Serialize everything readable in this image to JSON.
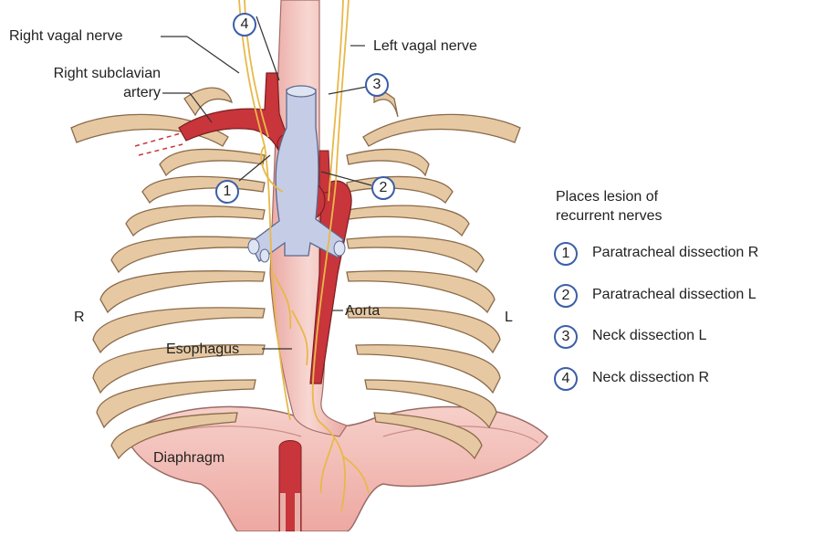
{
  "labels": {
    "right_vagal_nerve": "Right vagal nerve",
    "left_vagal_nerve": "Left vagal nerve",
    "right_subclavian_artery": "Right subclavian\nartery",
    "side_right": "R",
    "side_left": "L",
    "aorta": "Aorta",
    "esophagus": "Esophagus",
    "diaphragm": "Diaphragm"
  },
  "markers": {
    "m1": "1",
    "m2": "2",
    "m3": "3",
    "m4": "4"
  },
  "legend": {
    "title": "Places lesion of\nrecurrent nerves",
    "items": [
      {
        "num": "1",
        "text": "Paratracheal dissection R"
      },
      {
        "num": "2",
        "text": "Paratracheal dissection L"
      },
      {
        "num": "3",
        "text": "Neck dissection L"
      },
      {
        "num": "4",
        "text": "Neck dissection R"
      }
    ]
  },
  "colors": {
    "rib": "#e6c9a3",
    "rib_stroke": "#8a6a4a",
    "artery": "#c8353a",
    "trachea": "#c5cde6",
    "esophagus": "#f2c2bc",
    "nerve": "#e8b84a",
    "marker_ring": "#3b5ea8"
  }
}
